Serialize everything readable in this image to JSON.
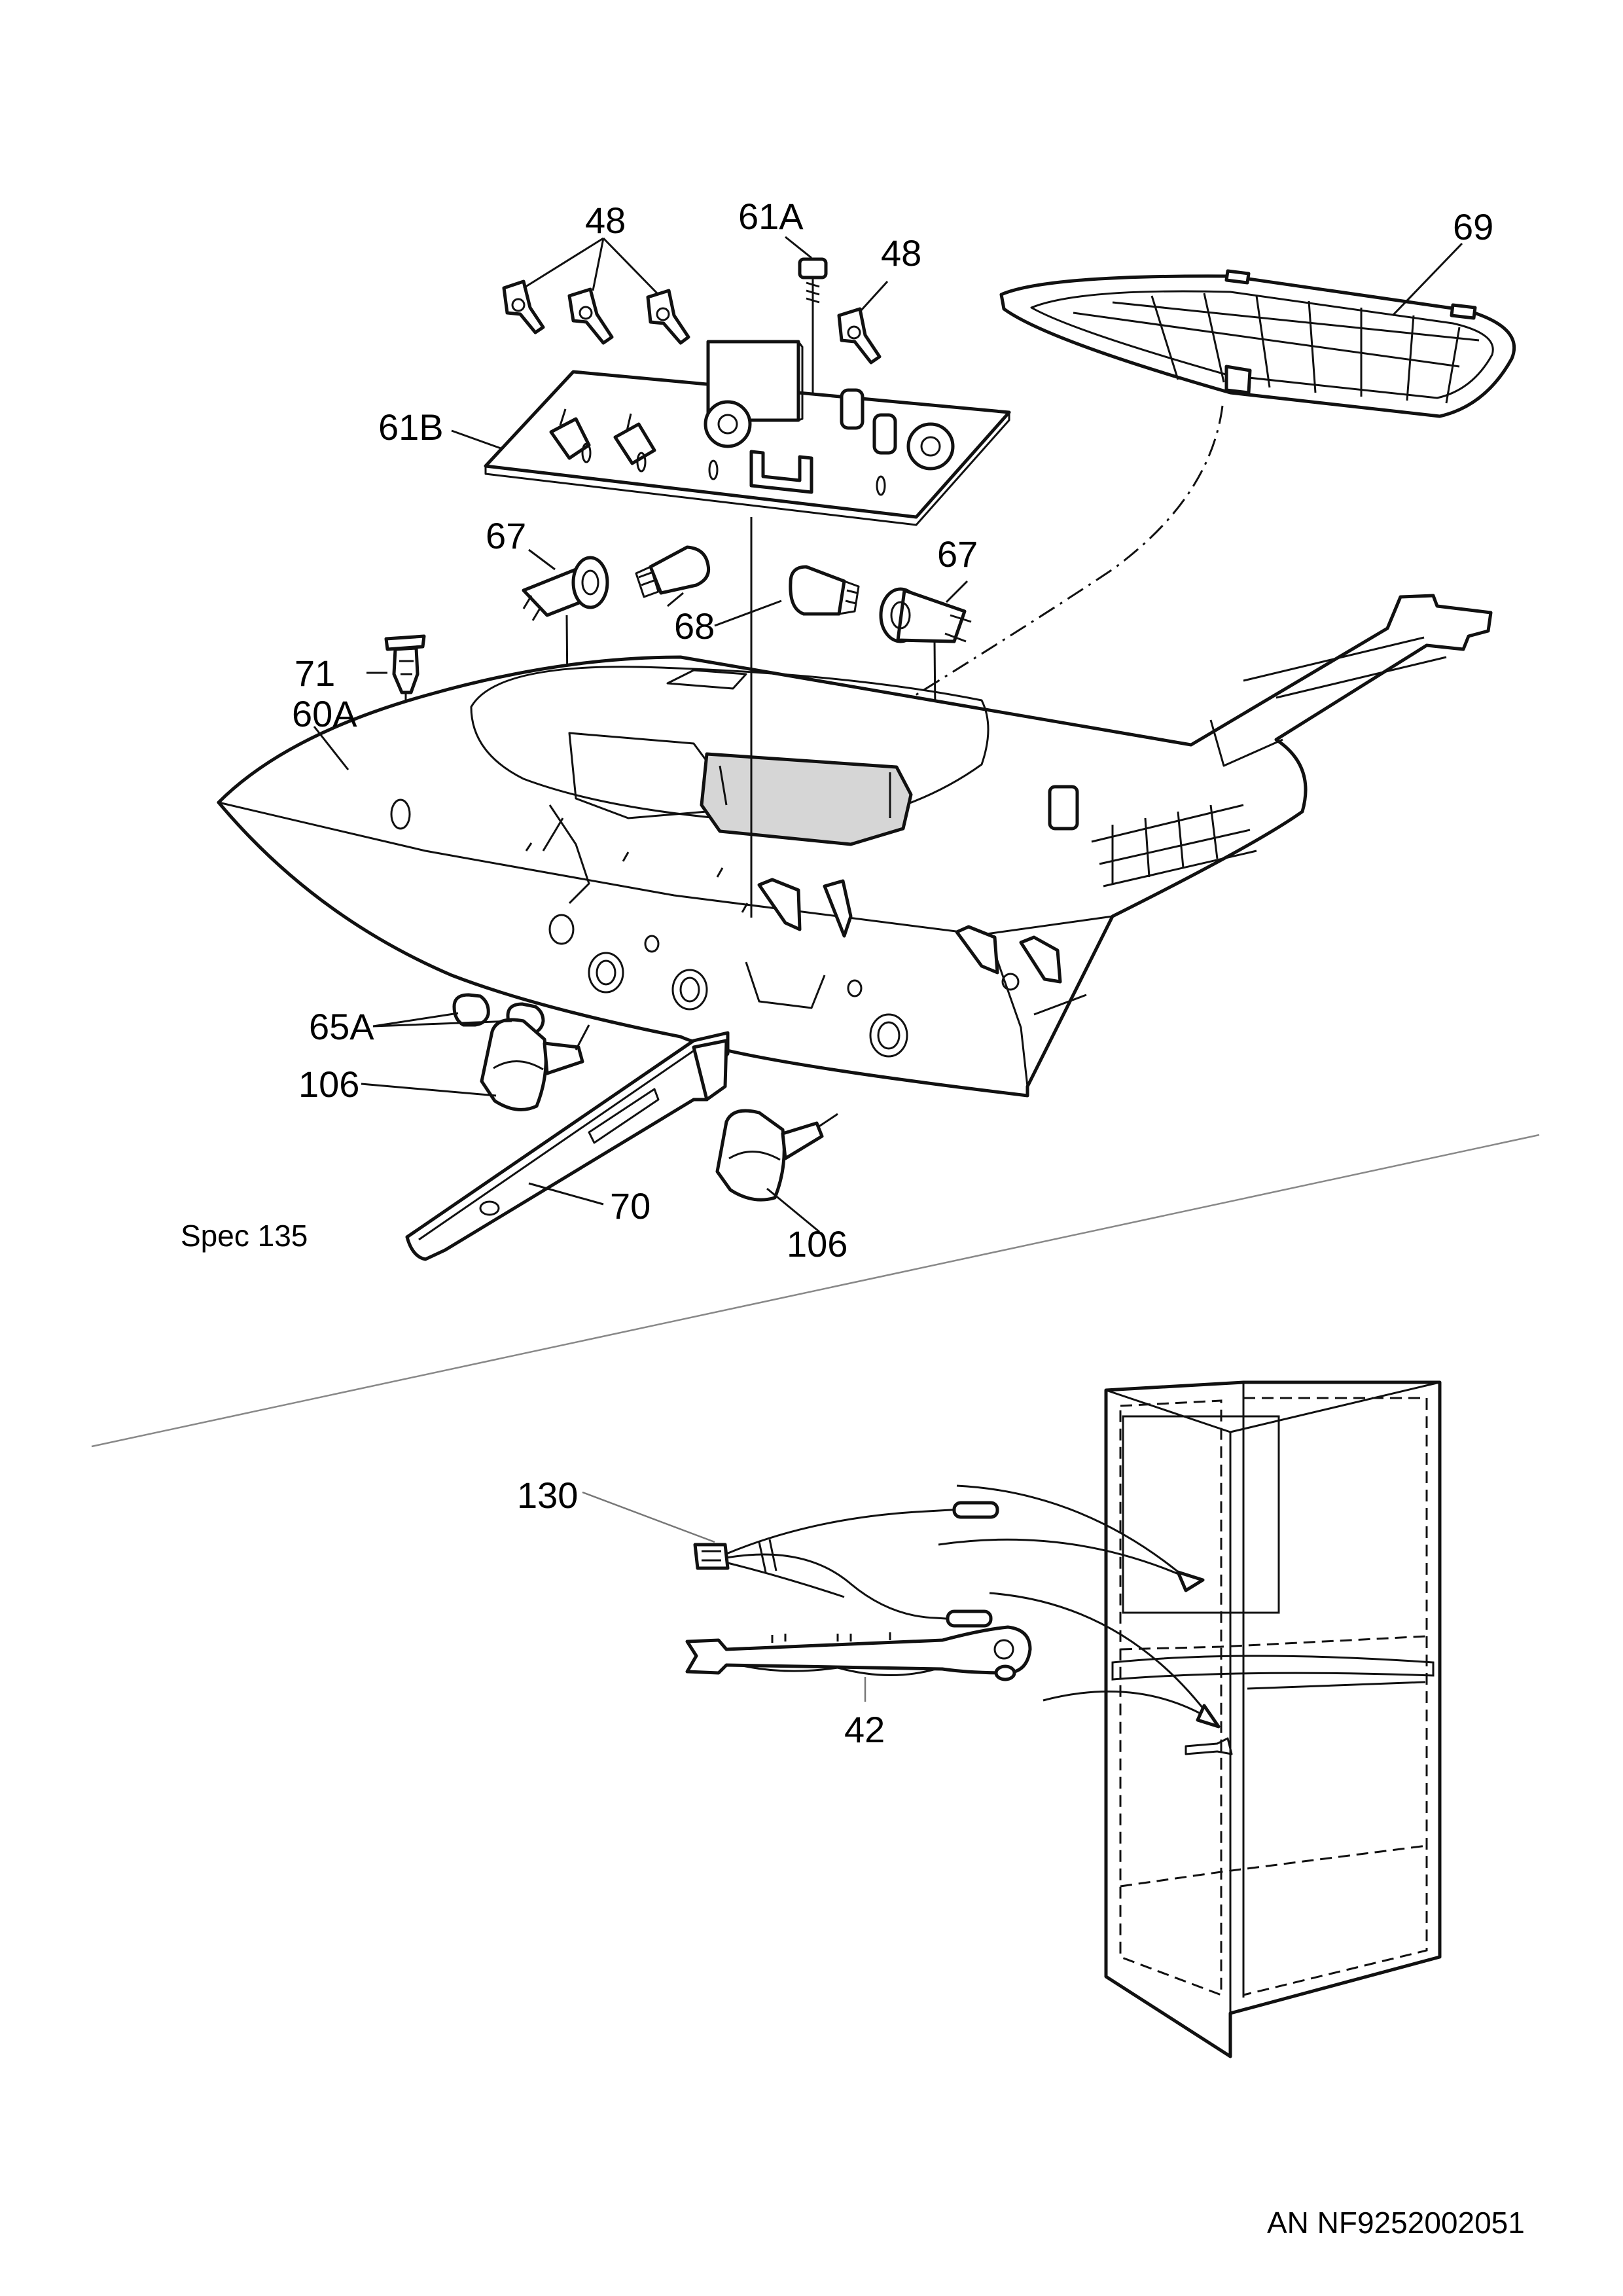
{
  "labels": {
    "p48a": "48",
    "p61A": "61A",
    "p48b": "48",
    "p69": "69",
    "p61B": "61B",
    "p67a": "67",
    "p67b": "67",
    "p68": "68",
    "p71": "71",
    "p60A": "60A",
    "p65A": "65A",
    "p106a": "106",
    "p70": "70",
    "p106b": "106",
    "p130": "130",
    "p42": "42"
  },
  "spec_note": "Spec 135",
  "document_id": "AN  NF9252002051"
}
